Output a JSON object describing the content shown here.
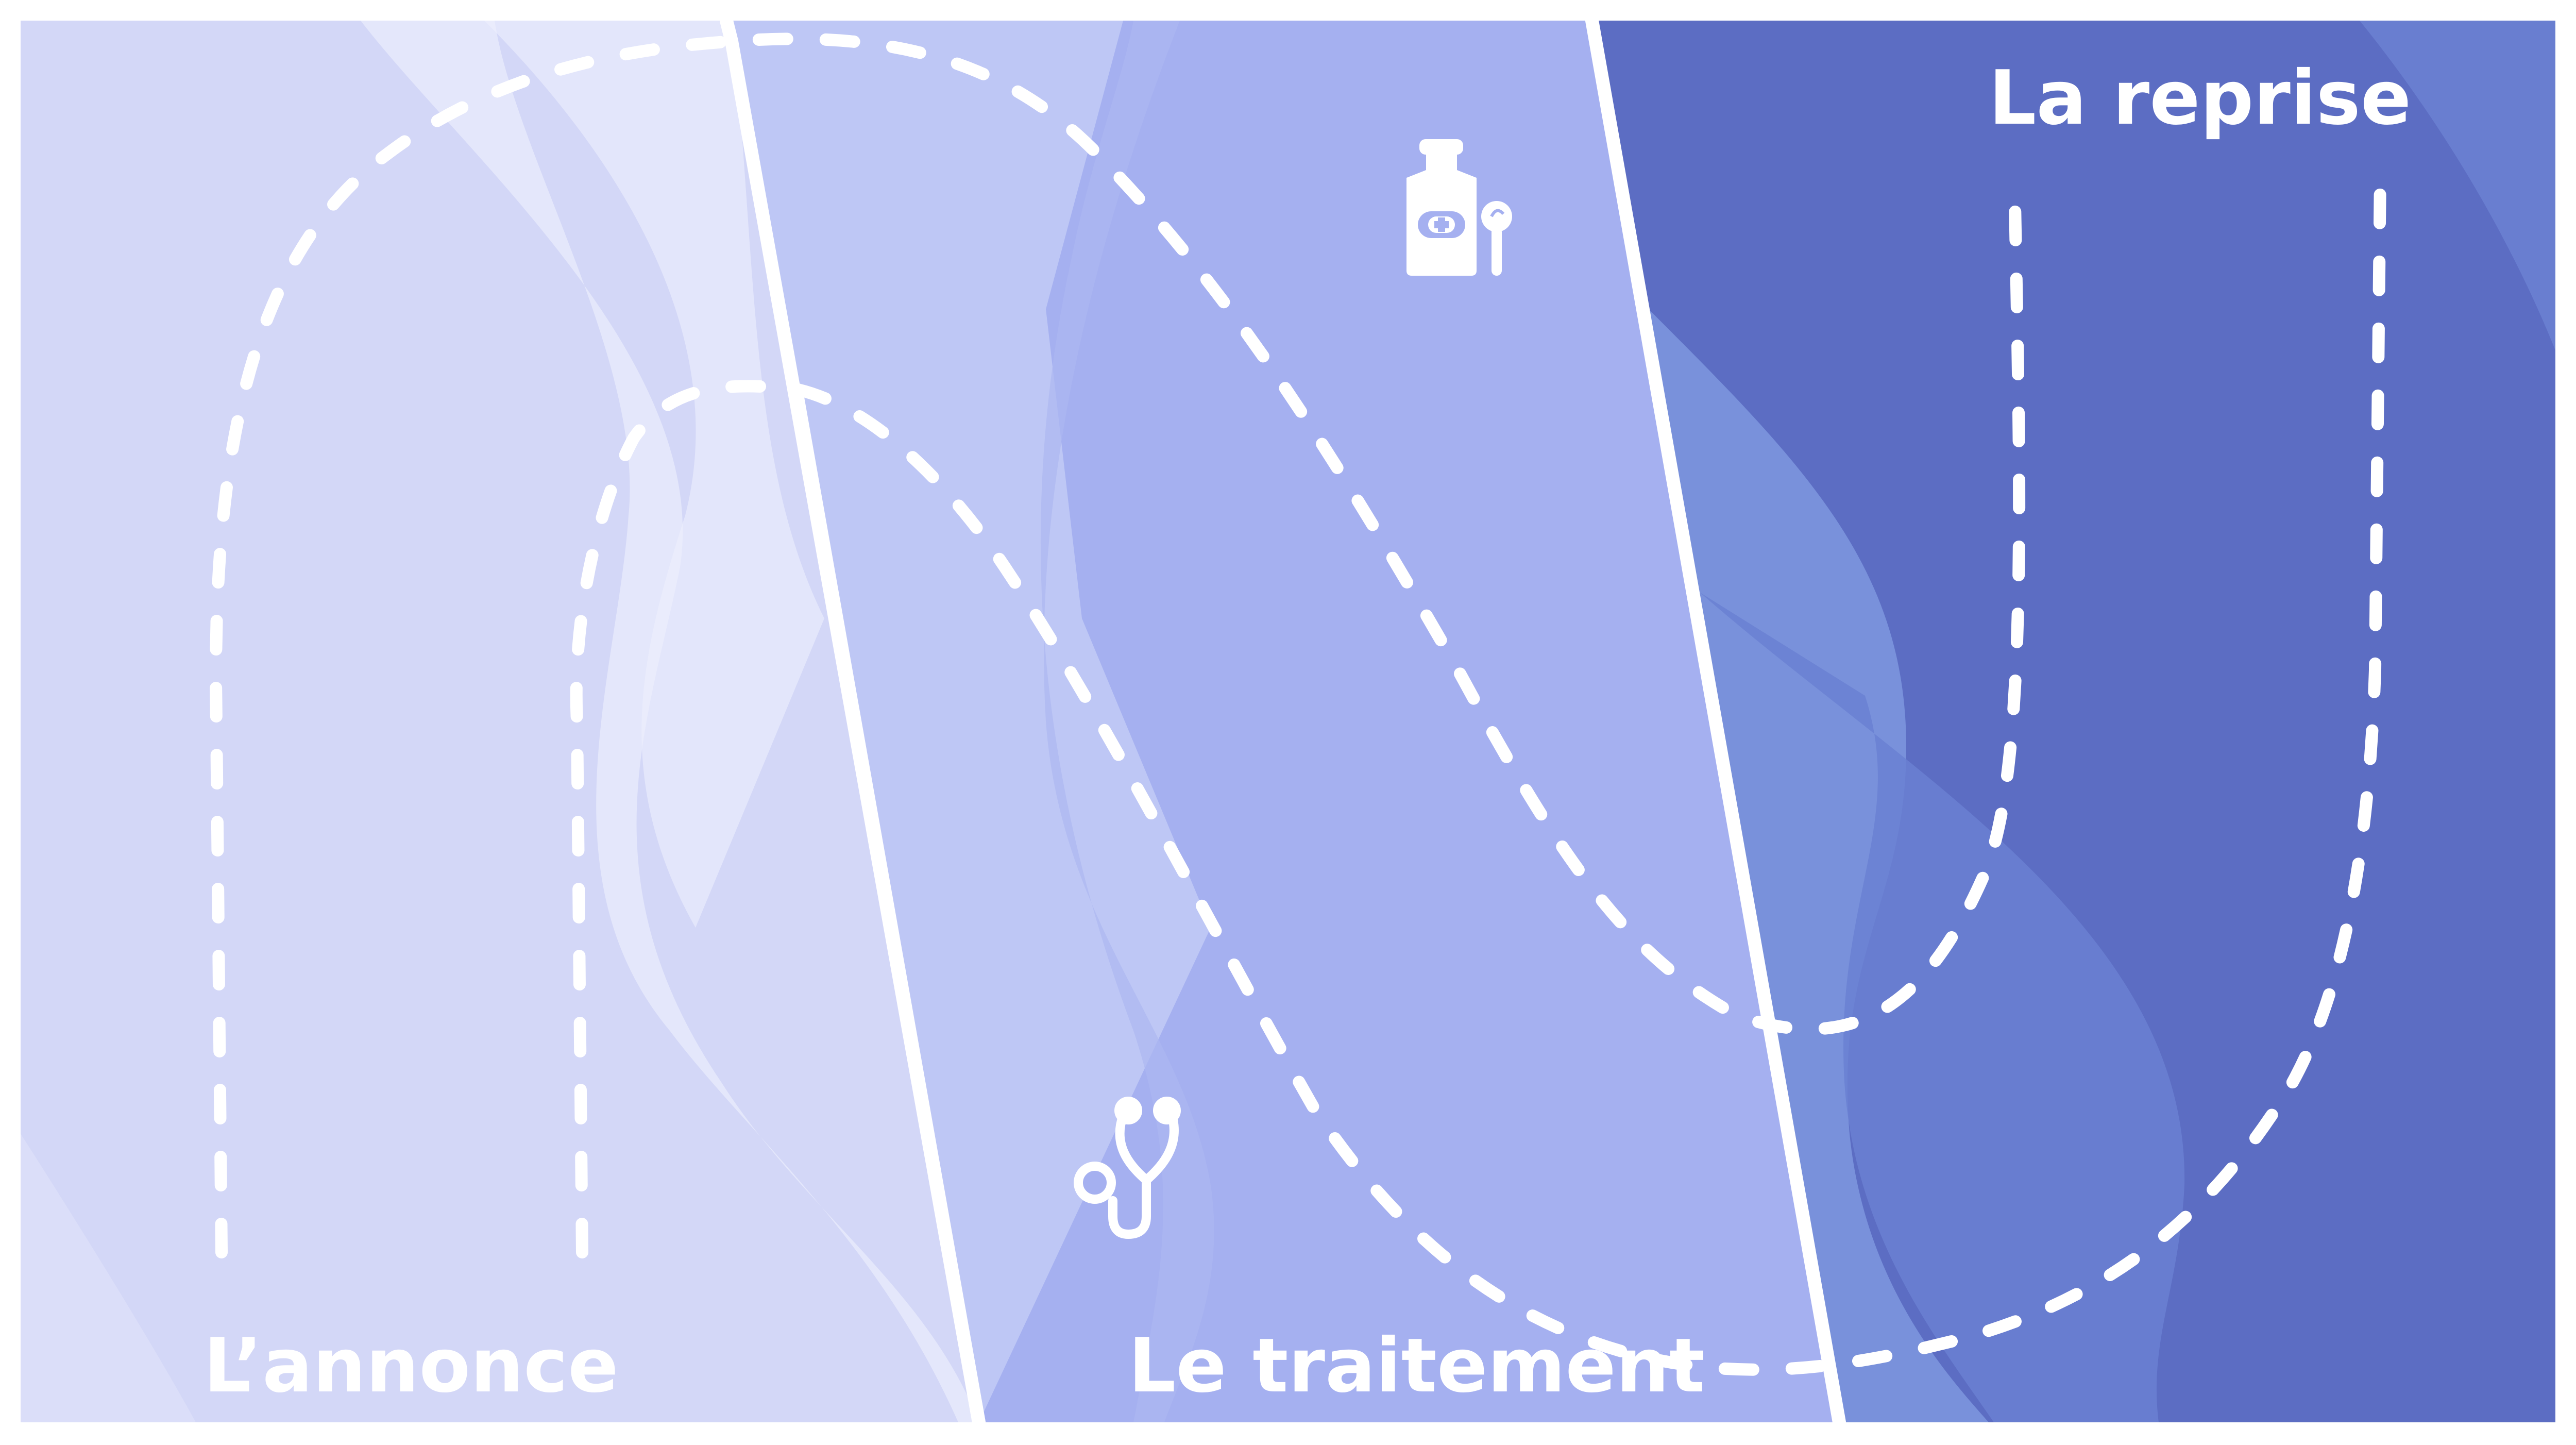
{
  "phases": [
    {
      "label": "L’annonce",
      "color": "#d3d7f7"
    },
    {
      "label": "Le traitement",
      "color": "#a5b0f0"
    },
    {
      "label": "La reprise",
      "color": "#5c6dc3"
    }
  ],
  "icons": [
    {
      "name": "medicine-bottle-icon"
    },
    {
      "name": "stethoscope-icon"
    }
  ],
  "colors": {
    "band_light": "#d3d7f7",
    "band_mid": "#bec7f5",
    "band_dark": "#a5b0f0",
    "band_deep": "#5c6dc3",
    "accent_blue": "#6a80d2",
    "lines": "#ffffff"
  }
}
